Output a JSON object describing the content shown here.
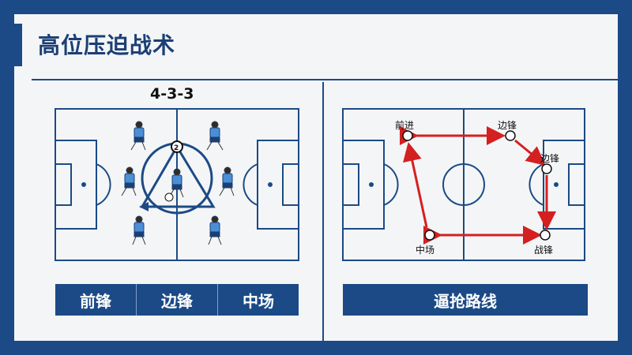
{
  "title": "高位压迫战术",
  "left_panel": {
    "formation": "4-3-3",
    "labels": [
      "前锋",
      "边锋",
      "中场"
    ]
  },
  "right_panel": {
    "nodes": {
      "forward_top": "前进",
      "winger_top": "边锋",
      "winger_right": "边锋",
      "midfield": "中场",
      "striker": "战锋"
    },
    "bar_label": "逼抢路线"
  },
  "colors": {
    "navy": "#1b4a86",
    "arrow_red": "#d42020",
    "player_blue": "#4a8fd6"
  }
}
